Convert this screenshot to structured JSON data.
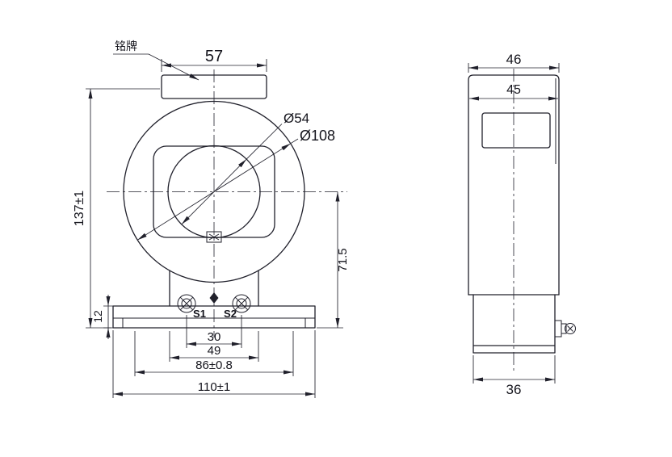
{
  "page": {
    "background": "#ffffff",
    "line_color": "#20202b"
  },
  "front_view": {
    "nameplate_label": "铭牌",
    "top_width": "57",
    "inner_diameter": "Ø54",
    "outer_diameter": "Ø108",
    "overall_height": "137±1",
    "base_thickness": "12",
    "center_to_base": "71.5",
    "terminal_1": "S1",
    "terminal_2": "S2",
    "terminal_spacing": "30",
    "body_width": "49",
    "mount_hole_spacing": "86±0.8",
    "base_width": "110±1"
  },
  "side_view": {
    "top_width": "46",
    "body_width": "45",
    "bottom_width": "36"
  }
}
